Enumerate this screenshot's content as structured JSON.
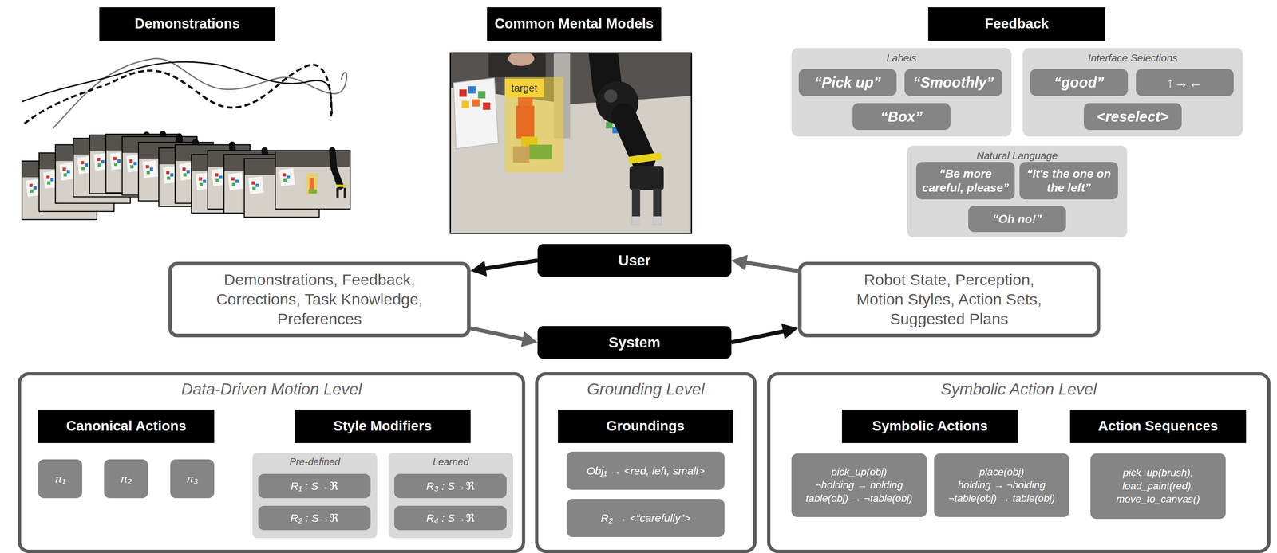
{
  "diagram": {
    "nodes": [
      {
        "text": [
          "Demonstrations"
        ]
      },
      {
        "text": [
          "Common Mental Models"
        ]
      },
      {
        "text": [
          "Feedback"
        ]
      },
      {
        "text": [
          "Labels"
        ]
      },
      {
        "text": [
          "“Pick up”"
        ],
        "in": 3
      },
      {
        "text": [
          "“Smoothly”"
        ],
        "in": 3
      },
      {
        "text": [
          "“Box”"
        ],
        "in": 3
      },
      {
        "text": [
          "Interface Selections"
        ]
      },
      {
        "text": [
          "“good”"
        ],
        "in": 7
      },
      {
        "text": [
          "↑→←"
        ],
        "in": 7
      },
      {
        "text": [
          "<reselect>"
        ],
        "in": 7
      },
      {
        "text": [
          "Natural Language"
        ]
      },
      {
        "text": [
          "“Be more careful, please”"
        ],
        "in": 11
      },
      {
        "text": [
          "“It's the one on the left”"
        ],
        "in": 11
      },
      {
        "text": [
          "“Oh no!”"
        ],
        "in": 11
      },
      {
        "text": [
          "Demonstrations, Feedback, Corrections, Task Knowledge, Preferences"
        ]
      },
      {
        "text": [
          "User"
        ]
      },
      {
        "text": [
          "System"
        ]
      },
      {
        "text": [
          "Robot State, Perception, Motion Styles, Action Sets, Suggested Plans"
        ]
      },
      {
        "text": [
          "Data-Driven Motion Level"
        ]
      },
      {
        "text": [
          "Canonical Actions"
        ],
        "in": 19
      },
      {
        "text": [
          "π₁"
        ],
        "in": 19
      },
      {
        "text": [
          "π₂"
        ],
        "in": 19
      },
      {
        "text": [
          "π₃"
        ],
        "in": 19
      },
      {
        "text": [
          "Style Modifiers"
        ],
        "in": 19
      },
      {
        "text": [
          "Pre-defined"
        ],
        "in": 19
      },
      {
        "text": [
          "R₁ : S→ℜ"
        ],
        "in": 25
      },
      {
        "text": [
          "R₂ : S→ℜ"
        ],
        "in": 25
      },
      {
        "text": [
          "Learned"
        ],
        "in": 19
      },
      {
        "text": [
          "R₃ : S→ℜ"
        ],
        "in": 28
      },
      {
        "text": [
          "R₄ : S→ℜ"
        ],
        "in": 28
      },
      {
        "text": [
          "Grounding Level"
        ]
      },
      {
        "text": [
          "Groundings"
        ],
        "in": 31
      },
      {
        "text": [
          "Obj₁ → <red, left, small>"
        ],
        "in": 31
      },
      {
        "text": [
          "R₂ → <“carefully”>"
        ],
        "in": 31
      },
      {
        "text": [
          "Symbolic Action Level"
        ]
      },
      {
        "text": [
          "Symbolic Actions"
        ],
        "in": 35
      },
      {
        "text": [
          "Action Sequences"
        ],
        "in": 35
      },
      {
        "text": [
          "pick_up(obj)",
          "¬holding → holding",
          "table(obj) → ¬table(obj)"
        ],
        "in": 35
      },
      {
        "text": [
          "place(obj)",
          "holding → ¬holding",
          "¬table(obj) → table(obj)"
        ],
        "in": 35
      },
      {
        "text": [
          "pick_up(brush),",
          "load_paint(red),",
          "move_to_canvas()"
        ],
        "in": 35
      }
    ],
    "edges": [
      {
        "from": 16,
        "to": 15,
        "arrow": "to"
      },
      {
        "from": 15,
        "to": 17,
        "arrow": "to"
      },
      {
        "from": 17,
        "to": 18,
        "arrow": "to"
      },
      {
        "from": 18,
        "to": 16,
        "arrow": "to"
      }
    ],
    "labels": [
      "target"
    ]
  }
}
